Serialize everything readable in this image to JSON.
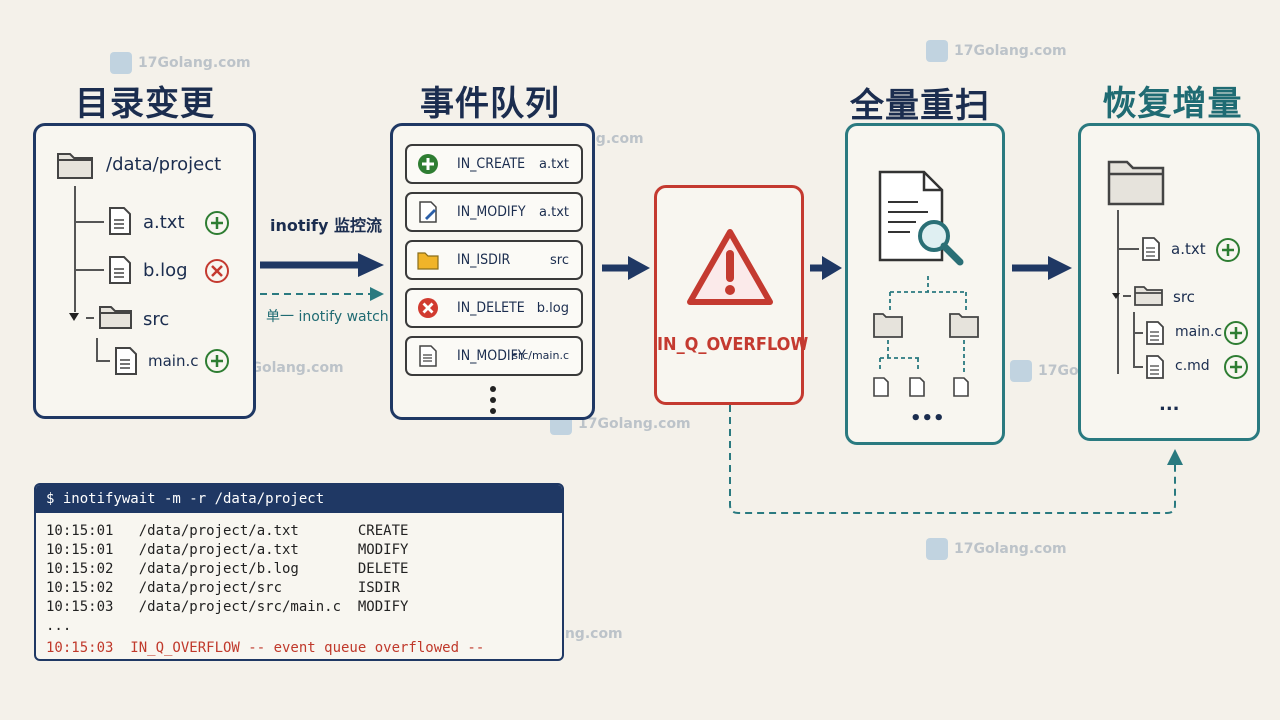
{
  "titles": {
    "dir_change": "目录变更",
    "event_queue": "事件队列",
    "full_rescan": "全量重扫",
    "restore_incremental": "恢复增量"
  },
  "dir_panel": {
    "root": "/data/project",
    "files": [
      {
        "name": "a.txt",
        "status": "add"
      },
      {
        "name": "b.log",
        "status": "delete"
      }
    ],
    "subdir": "src",
    "subfile": {
      "name": "main.c",
      "status": "add"
    }
  },
  "arrows": {
    "inotify_stream": "inotify 监控流",
    "single_watch": "单一 inotify watch"
  },
  "queue": {
    "events": [
      {
        "event": "IN_CREATE",
        "file": "a.txt",
        "icon": "plus-icon"
      },
      {
        "event": "IN_MODIFY",
        "file": "a.txt",
        "icon": "edit-doc-icon"
      },
      {
        "event": "IN_ISDIR",
        "file": "src",
        "icon": "folder-icon"
      },
      {
        "event": "IN_DELETE",
        "file": "b.log",
        "icon": "x-icon"
      },
      {
        "event": "IN_MODIFY",
        "file": "src/main.c",
        "icon": "doc-icon"
      }
    ]
  },
  "overflow": {
    "label": "IN_Q_OVERFLOW"
  },
  "restore_panel": {
    "files": [
      {
        "name": "a.txt",
        "status": "add"
      }
    ],
    "subdir": "src",
    "subfiles": [
      {
        "name": "main.c",
        "status": "add"
      },
      {
        "name": "c.md",
        "status": "add"
      }
    ],
    "ellipsis": "..."
  },
  "terminal": {
    "command": "$ inotifywait -m -r /data/project",
    "lines": [
      "10:15:01   /data/project/a.txt       CREATE",
      "10:15:01   /data/project/a.txt       MODIFY",
      "10:15:02   /data/project/b.log       DELETE",
      "10:15:02   /data/project/src         ISDIR",
      "10:15:03   /data/project/src/main.c  MODIFY",
      "..."
    ],
    "error_line": "10:15:03  IN_Q_OVERFLOW -- event queue overflowed --"
  },
  "watermark": "17Golang.com",
  "colors": {
    "navy": "#1f3864",
    "teal": "#2a7a80",
    "red": "#c43a30",
    "green": "#2e7d32"
  }
}
